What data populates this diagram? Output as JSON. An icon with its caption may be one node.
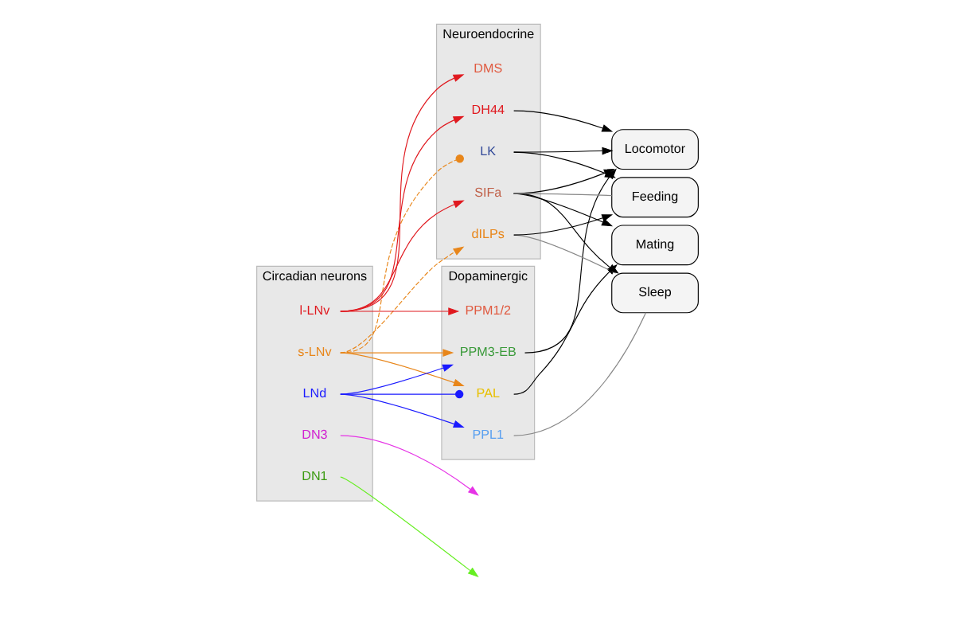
{
  "diagram": {
    "nodes": [
      {
        "text": [
          "Circadian neurons"
        ]
      },
      {
        "text": [
          "s-LNv"
        ],
        "in": 0
      },
      {
        "text": [
          "l-LNv"
        ],
        "in": 0
      },
      {
        "text": [
          "LNd"
        ],
        "in": 0
      },
      {
        "text": [
          "DN3"
        ],
        "in": 0
      },
      {
        "text": [
          "DN1"
        ],
        "in": 0
      },
      {
        "text": [
          "Dopaminergic"
        ]
      },
      {
        "text": [
          "PPM3-EB"
        ],
        "in": 6
      },
      {
        "text": [
          "PAL"
        ],
        "in": 6
      },
      {
        "text": [
          "PPM1/2"
        ],
        "in": 6
      },
      {
        "text": [
          "PPL1"
        ],
        "in": 6
      },
      {
        "text": [
          "Neuroendocrine"
        ]
      },
      {
        "text": [
          "dILPs"
        ],
        "in": 11
      },
      {
        "text": [
          "DH44"
        ],
        "in": 11
      },
      {
        "text": [
          "DMS"
        ],
        "in": 11
      },
      {
        "text": [
          "SIFa"
        ],
        "in": 11
      },
      {
        "text": [
          "LK"
        ],
        "in": 11
      },
      {
        "text": [
          "Locomotor"
        ]
      },
      {
        "text": [
          "Mating"
        ]
      },
      {
        "text": [
          "Sleep"
        ]
      },
      {
        "text": [
          "Feeding"
        ]
      }
    ],
    "edges": [
      {
        "from": 1,
        "to": 7,
        "arrow": "to",
        "color": "#e8861a"
      },
      {
        "from": 1,
        "to": 8,
        "arrow": "to",
        "color": "#e8861a"
      },
      {
        "from": 1,
        "to": 12,
        "arrow": "to",
        "style": "dashed",
        "color": "#e8861a"
      },
      {
        "from": 1,
        "to": 16,
        "arrow": "other",
        "style": "dashed",
        "color": "#e8861a"
      },
      {
        "from": 2,
        "to": 9,
        "arrow": "to",
        "color": "#e0191f"
      },
      {
        "from": 2,
        "to": 13,
        "arrow": "to",
        "color": "#e0191f"
      },
      {
        "from": 2,
        "to": 14,
        "arrow": "to",
        "color": "#e0191f"
      },
      {
        "from": 2,
        "to": 15,
        "arrow": "to",
        "color": "#e0191f"
      },
      {
        "from": 3,
        "to": 7,
        "arrow": "to",
        "color": "#1a1aff"
      },
      {
        "from": 3,
        "to": 8,
        "arrow": "other",
        "color": "#1a1aff"
      },
      {
        "from": 3,
        "to": 10,
        "arrow": "to",
        "color": "#1a1aff"
      },
      {
        "from": 4,
        "to": null,
        "arrow": "to",
        "color": "#e633e6"
      },
      {
        "from": 5,
        "to": null,
        "arrow": "to",
        "color": "#66ee22"
      },
      {
        "from": 7,
        "to": 17,
        "arrow": "to"
      },
      {
        "from": 8,
        "to": 18,
        "arrow": "to"
      },
      {
        "from": 10,
        "to": 19,
        "arrow": "none",
        "color": "#888888"
      },
      {
        "from": 12,
        "to": 19,
        "arrow": "none",
        "color": "#888888"
      },
      {
        "from": 12,
        "to": 20,
        "arrow": "to"
      },
      {
        "from": 13,
        "to": 17,
        "arrow": "to"
      },
      {
        "from": 15,
        "to": 17,
        "arrow": "to"
      },
      {
        "from": 15,
        "to": 18,
        "arrow": "to"
      },
      {
        "from": 15,
        "to": 19,
        "arrow": "to"
      },
      {
        "from": 15,
        "to": 20,
        "arrow": "none",
        "color": "#888888"
      },
      {
        "from": 16,
        "to": 17,
        "arrow": "to"
      },
      {
        "from": 16,
        "to": 20,
        "arrow": "to"
      }
    ]
  }
}
